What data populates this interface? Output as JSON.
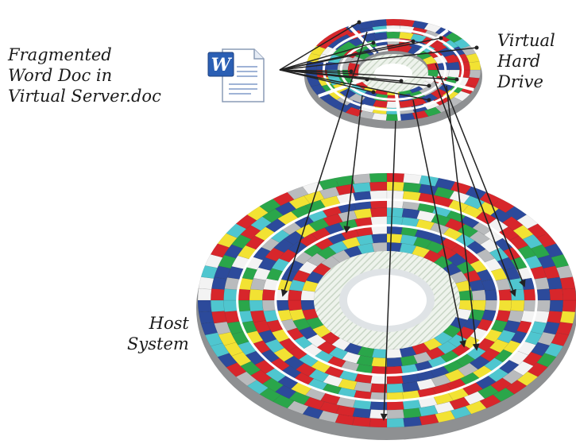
{
  "labels": {
    "document": [
      "Fragmented",
      "Word Doc in",
      "Virtual Server.doc"
    ],
    "virtual_drive": [
      "Virtual",
      "Hard",
      "Drive"
    ],
    "host": [
      "Host",
      "System"
    ]
  },
  "icon": {
    "name": "word-document-icon",
    "letter": "W"
  },
  "colors": {
    "red": "#d7262b",
    "blue": "#2c4a9b",
    "green": "#2aa64a",
    "cyan": "#4fc6cf",
    "yellow": "#f2e233",
    "white": "#f3f3f3",
    "gray": "#b9bbbd",
    "arrow": "#222222"
  }
}
